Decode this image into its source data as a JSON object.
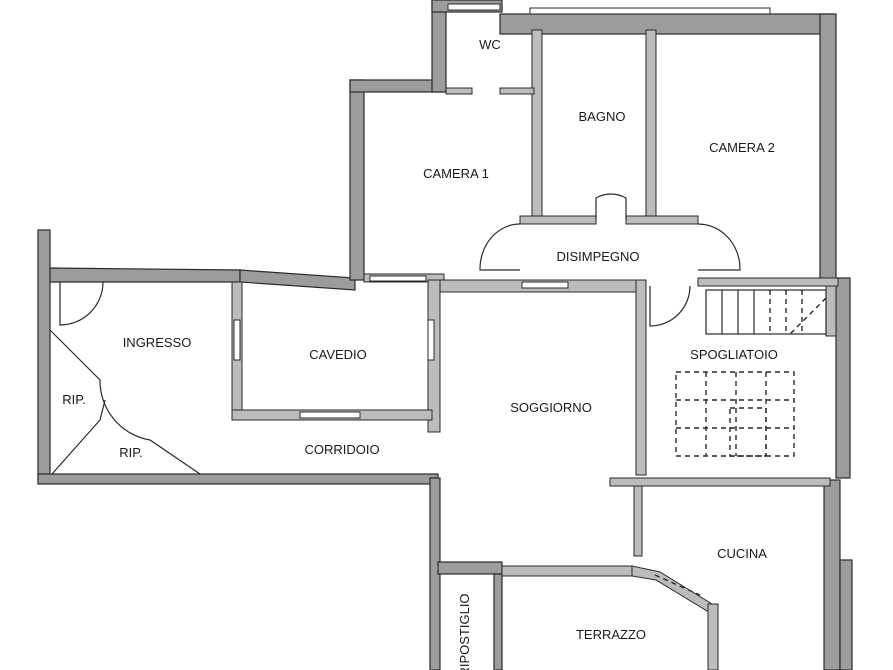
{
  "rooms": {
    "wc": "WC",
    "bagno": "BAGNO",
    "camera1": "CAMERA 1",
    "camera2": "CAMERA 2",
    "disimpegno": "DISIMPEGNO",
    "ingresso": "INGRESSO",
    "cavedio": "CAVEDIO",
    "soggiorno": "SOGGIORNO",
    "spogliatoio": "SPOGLIATOIO",
    "rip1": "RIP.",
    "rip2": "RIP.",
    "corridoio": "CORRIDOIO",
    "cucina": "CUCINA",
    "terrazzo": "TERRAZZO",
    "ripostiglio": "RIPOSTIGLIO"
  }
}
